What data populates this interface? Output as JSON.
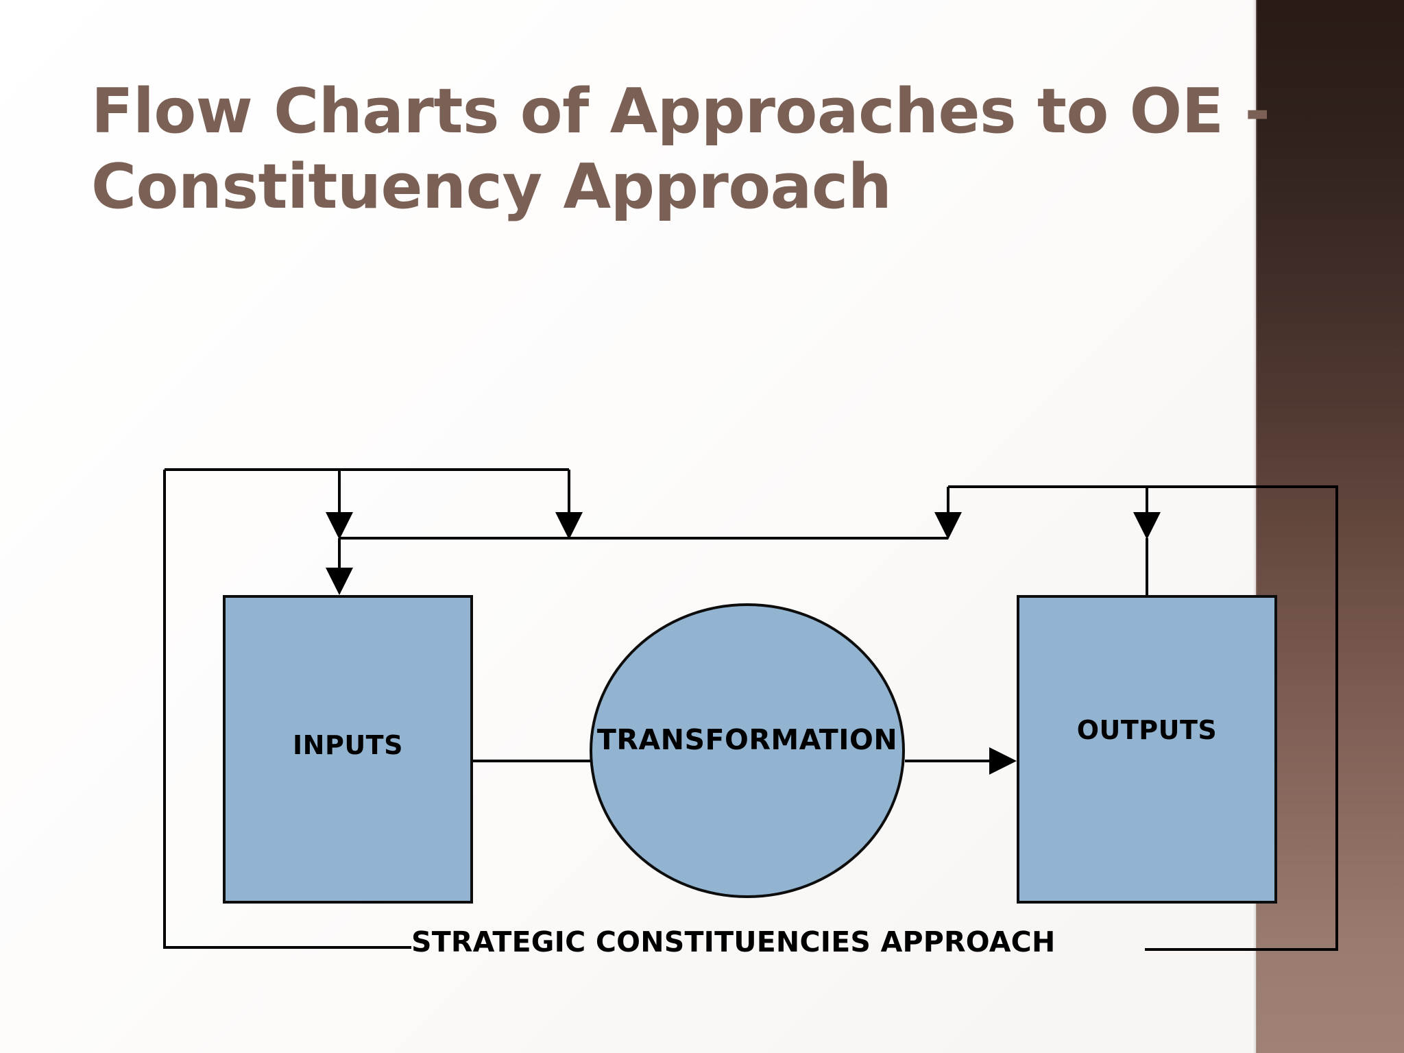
{
  "slide": {
    "title": "Flow Charts of Approaches to OE -\nConstituency Approach",
    "title_color": "#7a6055",
    "background_color": "#ffffff",
    "panel_color_top": "#291a16",
    "panel_color_bottom": "#a08176"
  },
  "diagram": {
    "type": "flow",
    "node_fill": "#92b4d1",
    "node_border": "#0d0d0d",
    "nodes": [
      {
        "id": "inputs",
        "label": "INPUTS",
        "shape": "rectangle"
      },
      {
        "id": "transformation",
        "label": "TRANSFORMATION",
        "shape": "ellipse"
      },
      {
        "id": "outputs",
        "label": "OUTPUTS",
        "shape": "rectangle"
      }
    ],
    "bottom_label": "STRATEGIC CONSTITUENCIES APPROACH",
    "edges": [
      {
        "from": "inputs",
        "to": "transformation",
        "style": "arrow"
      },
      {
        "from": "transformation",
        "to": "outputs",
        "style": "arrow"
      },
      {
        "from": "feedback-loop-left",
        "to": "inputs",
        "style": "arrow"
      },
      {
        "from": "feedback-loop-right",
        "to": "outputs",
        "style": "arrow"
      }
    ]
  }
}
